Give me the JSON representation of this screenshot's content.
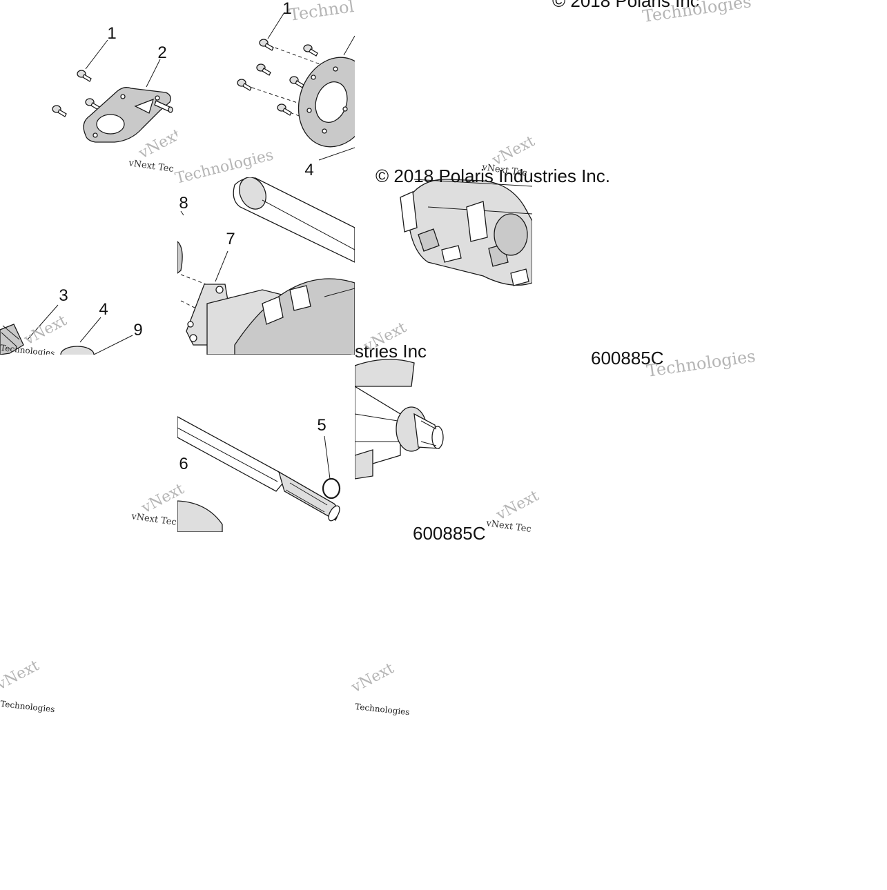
{
  "copyright": "© 2018 Polaris Industries Inc.",
  "copyright_fragments": {
    "top_right": "© 2018 Polaris Inc",
    "middle": "© 2018 Polaris Industries Inc.",
    "lower": "stries Inc"
  },
  "part_number": "600885C",
  "watermark": {
    "line1": "vNext",
    "line2": "Technologies",
    "short": "vNext Tec"
  },
  "callouts": {
    "c1a": "1",
    "c2": "2",
    "c1b": "1",
    "c4a": "4",
    "c8": "8",
    "c7": "7",
    "c3": "3",
    "c4b": "4",
    "c9": "9",
    "c5": "5",
    "c6": "6"
  },
  "colors": {
    "line": "#1a1a1a",
    "shade": "#c9c9c9",
    "mid": "#dedede",
    "watermark": "#b5b5b5"
  }
}
